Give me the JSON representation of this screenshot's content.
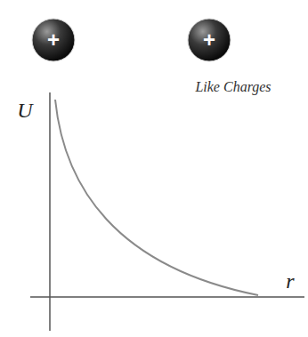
{
  "diagram": {
    "nodes": [
      {
        "text": [
          "+"
        ]
      },
      {
        "text": [
          "+"
        ]
      }
    ],
    "labels": [
      "Like Charges",
      "U",
      "r"
    ]
  }
}
